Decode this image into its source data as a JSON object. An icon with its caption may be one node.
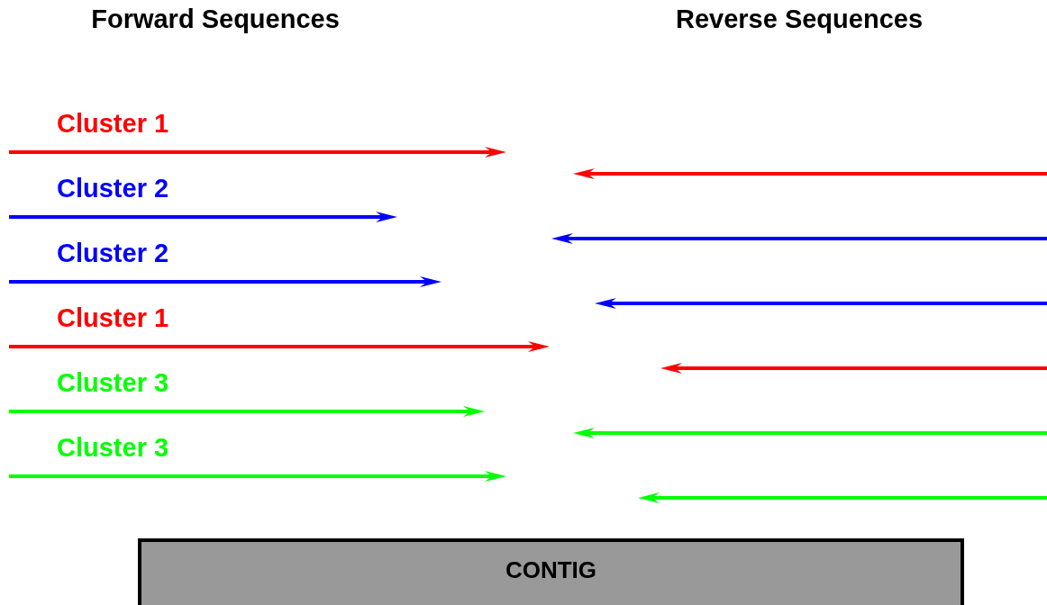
{
  "diagram": {
    "nodes": [
      {
        "text": [],
        "shape": "arrow",
        "beside": [
          "Cluster 1"
        ]
      },
      {
        "text": [],
        "shape": "arrow"
      },
      {
        "text": [],
        "shape": "arrow",
        "beside": [
          "Cluster 2"
        ]
      },
      {
        "text": [],
        "shape": "arrow"
      },
      {
        "text": [],
        "shape": "arrow",
        "beside": [
          "Cluster 2"
        ]
      },
      {
        "text": [],
        "shape": "arrow"
      },
      {
        "text": [],
        "shape": "arrow",
        "beside": [
          "Cluster 1"
        ]
      },
      {
        "text": [],
        "shape": "arrow"
      },
      {
        "text": [],
        "shape": "arrow",
        "beside": [
          "Cluster 3"
        ]
      },
      {
        "text": [],
        "shape": "arrow"
      },
      {
        "text": [],
        "shape": "arrow",
        "beside": [
          "Cluster 3"
        ]
      },
      {
        "text": [],
        "shape": "arrow"
      },
      {
        "text": [
          "CONTIG"
        ]
      }
    ],
    "labels": [
      "Forward Sequences",
      "Reverse Sequences"
    ]
  }
}
